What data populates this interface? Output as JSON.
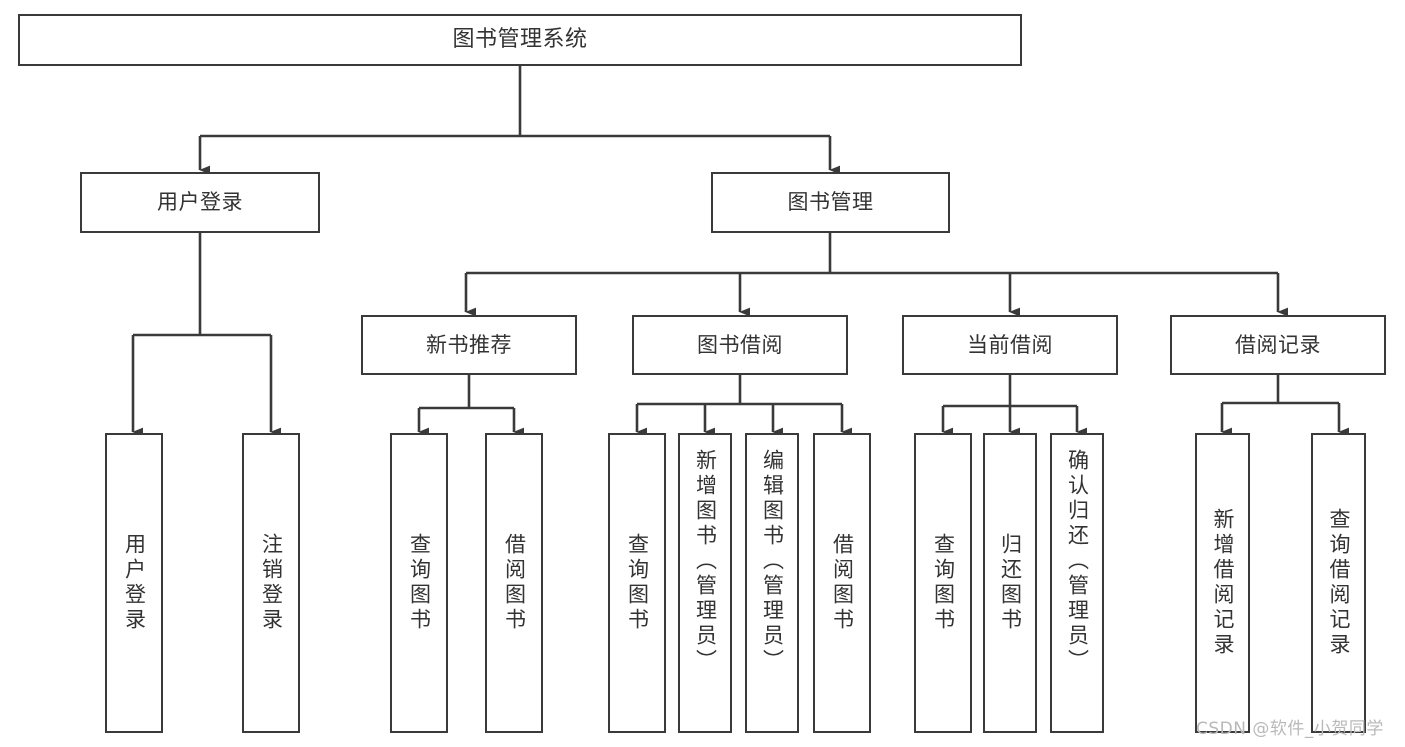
{
  "diagram": {
    "title": "图书管理系统",
    "type": "tree-hierarchy-chart",
    "colors": {
      "background": "#ffffff",
      "box_border": "#3a3a3a",
      "box_fill": "#ffffff",
      "text": "#333333",
      "connector": "#3a3a3a",
      "watermark": "#b9b9b9"
    },
    "root": {
      "label": "图书管理系统"
    },
    "level1": [
      {
        "label": "用户登录"
      },
      {
        "label": "图书管理"
      }
    ],
    "level2": [
      {
        "label": "新书推荐"
      },
      {
        "label": "图书借阅"
      },
      {
        "label": "当前借阅"
      },
      {
        "label": "借阅记录"
      }
    ],
    "leaves": [
      {
        "label": "用户登录",
        "parent": "用户登录"
      },
      {
        "label": "注销登录",
        "parent": "用户登录"
      },
      {
        "label": "查询图书",
        "parent": "新书推荐"
      },
      {
        "label": "借阅图书",
        "parent": "新书推荐"
      },
      {
        "label": "查询图书",
        "parent": "图书借阅"
      },
      {
        "label": "新增图书（管理员）",
        "parent": "图书借阅"
      },
      {
        "label": "编辑图书（管理员）",
        "parent": "图书借阅"
      },
      {
        "label": "借阅图书",
        "parent": "图书借阅"
      },
      {
        "label": "查询图书",
        "parent": "当前借阅"
      },
      {
        "label": "归还图书",
        "parent": "当前借阅"
      },
      {
        "label": "确认归还（管理员）",
        "parent": "当前借阅"
      },
      {
        "label": "新增借阅记录",
        "parent": "借阅记录"
      },
      {
        "label": "查询借阅记录",
        "parent": "借阅记录"
      }
    ],
    "watermark": "CSDN @软件_小贺同学"
  }
}
